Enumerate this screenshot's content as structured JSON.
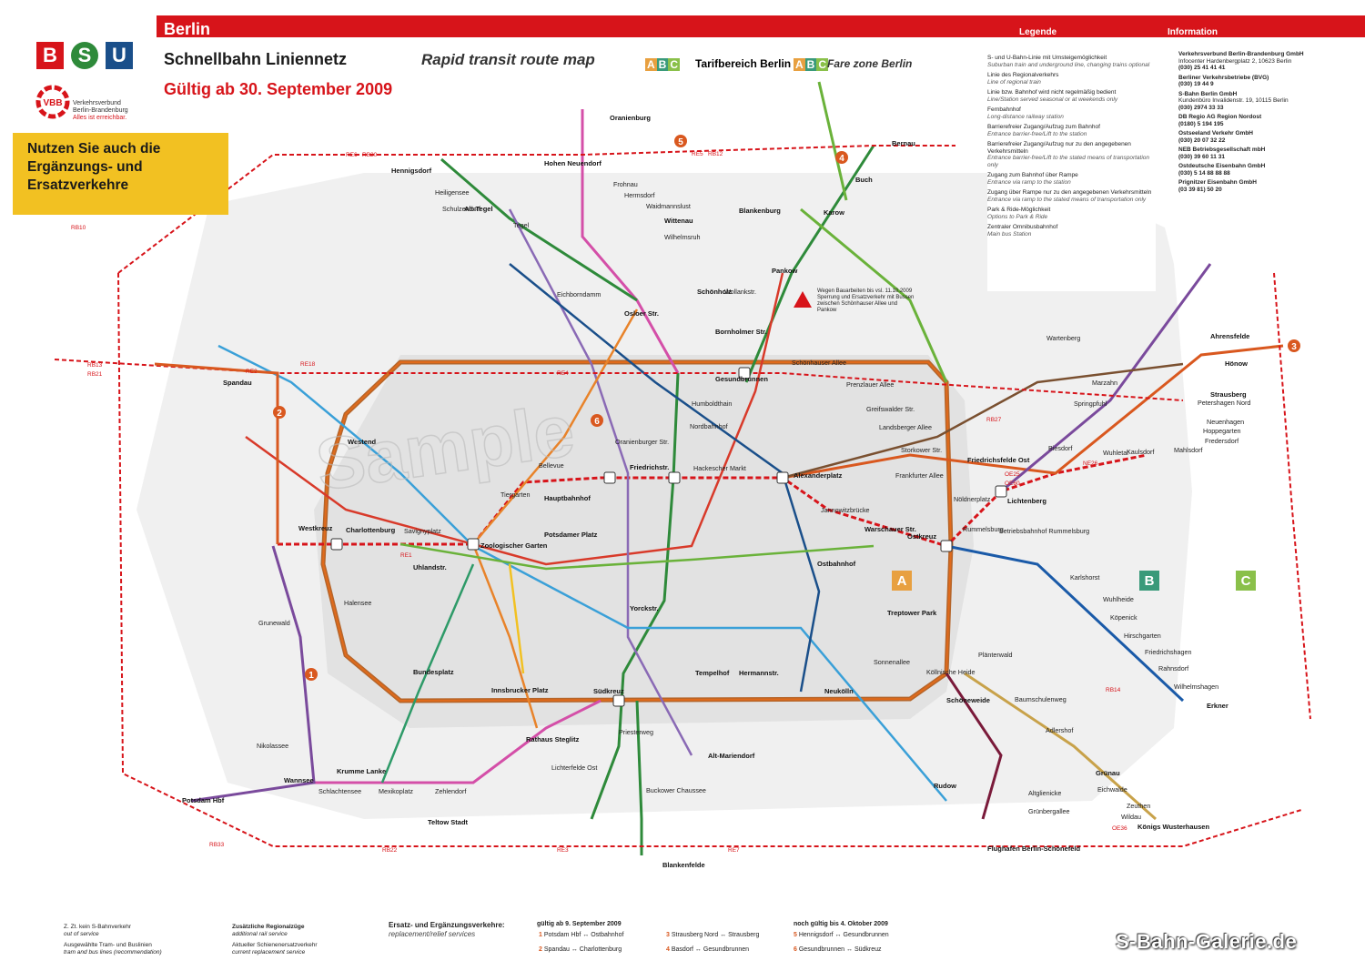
{
  "header": {
    "logo_b": "B",
    "logo_s": "S",
    "logo_u": "U",
    "city": "Berlin",
    "title": "Schnellbahn Liniennetz",
    "validity": "Gültig ab 30. September 2009",
    "subtitle": "Rapid transit route map",
    "tarif_label": "Tarifbereich Berlin",
    "fare_label": "Fare zone Berlin",
    "zone_a": "A",
    "zone_b": "B",
    "zone_c": "C",
    "legend_heading": "Legende",
    "info_heading": "Information"
  },
  "vbb": {
    "abbr": "VBB",
    "name_line1": "Verkehrsverbund",
    "name_line2": "Berlin-Brandenburg",
    "slogan": "Alles ist erreichbar."
  },
  "notice": {
    "text": "Nutzen Sie auch die Ergänzungs- und Ersatzverkehre"
  },
  "legend": [
    {
      "de": "S- und U-Bahn-Linie mit Umsteigemöglichkeit",
      "en": "Suburban train and underground line, changing trains optional"
    },
    {
      "de": "Linie des Regionalverkehrs",
      "en": "Line of regional train"
    },
    {
      "de": "Linie bzw. Bahnhof wird nicht regelmäßig bedient",
      "en": "Line/Station served seasonal or at weekends only"
    },
    {
      "de": "Fernbahnhof",
      "en": "Long-distance railway station"
    },
    {
      "de": "Barrierefreier Zugang/Aufzug zum Bahnhof",
      "en": "Entrance barrier-free/Lift to the station"
    },
    {
      "de": "Barrierefreier Zugang/Aufzug nur zu den angegebenen Verkehrsmitteln",
      "en": "Entrance barrier-free/Lift to the stated means of transportation only"
    },
    {
      "de": "Zugang zum Bahnhof über Rampe",
      "en": "Entrance via ramp to the station"
    },
    {
      "de": "Zugang über Rampe nur zu den angegebenen Verkehrsmitteln",
      "en": "Entrance via ramp to the stated means of transportation only"
    },
    {
      "de": "Park & Ride-Möglichkeit",
      "en": "Options to Park & Ride"
    },
    {
      "de": "Zentraler Omnibusbahnhof",
      "en": "Main bus Station"
    }
  ],
  "information": [
    {
      "name": "Verkehrsverbund Berlin-Brandenburg GmbH",
      "detail": "Infocenter Hardenbergplatz 2, 10623 Berlin",
      "phone": "(030) 25 41 41 41"
    },
    {
      "name": "Berliner Verkehrsbetriebe (BVG)",
      "detail": "",
      "phone": "(030) 19 44 9"
    },
    {
      "name": "S-Bahn Berlin GmbH",
      "detail": "Kundenbüro Invalidenstr. 19, 10115 Berlin",
      "phone": "(030) 2974 33 33"
    },
    {
      "name": "DB Regio AG Region Nordost",
      "detail": "",
      "phone": "(0180) 5 194 195"
    },
    {
      "name": "Ostseeland Verkehr GmbH",
      "detail": "",
      "phone": "(030) 20 07 32 22"
    },
    {
      "name": "NEB Betriebsgesellschaft mbH",
      "detail": "",
      "phone": "(030) 39 60 11 31"
    },
    {
      "name": "Ostdeutsche Eisenbahn GmbH",
      "detail": "",
      "phone": "(030) 5 14 88 88 88"
    },
    {
      "name": "Prignitzer Eisenbahn GmbH",
      "detail": "",
      "phone": "(03 39 81) 50 20"
    }
  ],
  "construction_note": "Wegen Bauarbeiten bis vsl. 11.10.2009 Sperrung und Ersatzverkehr mit Bussen zwischen Schönhauser Allee und Pankow",
  "map": {
    "stations_bold": [
      "Hennigsdorf",
      "Hohen Neuendorf",
      "Oranienburg",
      "Alt-Tegel",
      "Wittenau",
      "Blankenburg",
      "Bernau",
      "Buch",
      "Karow",
      "Spandau",
      "Westkreuz",
      "Charlottenburg",
      "Hauptbahnhof",
      "Friedrichstr.",
      "Alexanderplatz",
      "Lichtenberg",
      "Ostkreuz",
      "Warschauer Str.",
      "Potsdamer Platz",
      "Zoologischer Garten",
      "Südkreuz",
      "Gesundbrunnen",
      "Wannsee",
      "Potsdam Hbf",
      "Erkner",
      "Ahrensfelde",
      "Hönow",
      "Strausberg",
      "Grünau",
      "Königs Wusterhausen",
      "Flughafen Berlin-Schönefeld",
      "Blankenfelde",
      "Teltow Stadt",
      "Krumme Lanke",
      "Rudow",
      "Alt-Mariendorf",
      "Bundesplatz",
      "Innsbrucker Platz",
      "Rathaus Steglitz",
      "Yorckstr.",
      "Ostbahnhof",
      "Schöneweide",
      "Treptower Park",
      "Westend",
      "Pankow",
      "Schönholz",
      "Bornholmer Str.",
      "Neukölln",
      "Hermannstr.",
      "Tempelhof",
      "Friedrichsfelde Ost",
      "Wartenberg",
      "Uhlandstr.",
      "Osloer Str."
    ],
    "stations_regular": [
      "Heiligensee",
      "Schulzendorf",
      "Tegel",
      "Eichborndamm",
      "Frohnau",
      "Hermsdorf",
      "Waidmannslust",
      "Wilhelmsruh",
      "Wollankstr.",
      "Buckower Chaussee",
      "Lichterfelde Ost",
      "Priesterweg",
      "Tiergarten",
      "Bellevue",
      "Savignyplatz",
      "Halensee",
      "Grunewald",
      "Nikolassee",
      "Zehlendorf",
      "Mexikoplatz",
      "Schlachtensee",
      "Marzahn",
      "Springpfuhl",
      "Biesdorf",
      "Wuhlheide",
      "Köpenick",
      "Hirschgarten",
      "Friedrichshagen",
      "Rahnsdorf",
      "Wilhelmshagen",
      "Adlershof",
      "Baumschulenweg",
      "Plänterwald",
      "Sonnenallee",
      "Köllnische Heide",
      "Altglienicke",
      "Grünbergallee",
      "Eichwalde",
      "Zeuthen",
      "Wildau",
      "Storkower Str.",
      "Landsberger Allee",
      "Greifswalder Str.",
      "Prenzlauer Allee",
      "Schönhauser Allee",
      "Humboldthain",
      "Nordbahnhof",
      "Oranienburger Str.",
      "Hackescher Markt",
      "Jannowitzbrücke",
      "Frankfurter Allee",
      "Nöldnerplatz",
      "Rummelsburg",
      "Betriebsbahnhof Rummelsburg",
      "Karlshorst",
      "Mahlsdorf",
      "Kaulsdorf",
      "Wuhletal",
      "Hoppegarten",
      "Neuenhagen",
      "Fredersdorf",
      "Petershagen Nord"
    ],
    "regional_labels": [
      "RE6",
      "RB20",
      "RE5",
      "RB12",
      "RE3",
      "RE4",
      "RE1",
      "RE2",
      "RE7",
      "RB14",
      "RB22",
      "RB10",
      "RB13",
      "RB21",
      "OE25",
      "OE60",
      "RB27",
      "RB33",
      "OE36",
      "NE26",
      "RE18"
    ]
  },
  "replacement": {
    "title": "Ersatz- und Ergänzungsverkehre:",
    "subtitle": "replacement/relief services",
    "until_sep9": "gültig ab 9. September 2009",
    "until_oct4": "noch gültig bis 4. Oktober 2009",
    "routes": [
      {
        "num": "1",
        "text": "Potsdam Hbf ↔ Ostbahnhof"
      },
      {
        "num": "2",
        "text": "Spandau ↔ Charlottenburg"
      },
      {
        "num": "3",
        "text": "Strausberg Nord ↔ Strausberg"
      },
      {
        "num": "4",
        "text": "Basdorf ↔ Gesundbrunnen"
      },
      {
        "num": "5",
        "text": "Hennigsdorf ↔ Gesundbrunnen"
      },
      {
        "num": "6",
        "text": "Gesundbrunnen ↔ Südkreuz"
      }
    ]
  },
  "bottom_legend": [
    {
      "de": "Z. Zt. kein S-Bahnverkehr",
      "en": "out of service"
    },
    {
      "de": "Zusätzliche Regionalzüge",
      "en": "additional rail service"
    },
    {
      "de": "Ausgewählte Tram- und Buslinien",
      "en": "tram and bus lines (recommendation)"
    },
    {
      "de": "Aktueller Schienenersatzverkehr",
      "en": "current replacement service"
    }
  ],
  "credit": "S-Bahn-Galerie.de",
  "watermark": "Sample"
}
